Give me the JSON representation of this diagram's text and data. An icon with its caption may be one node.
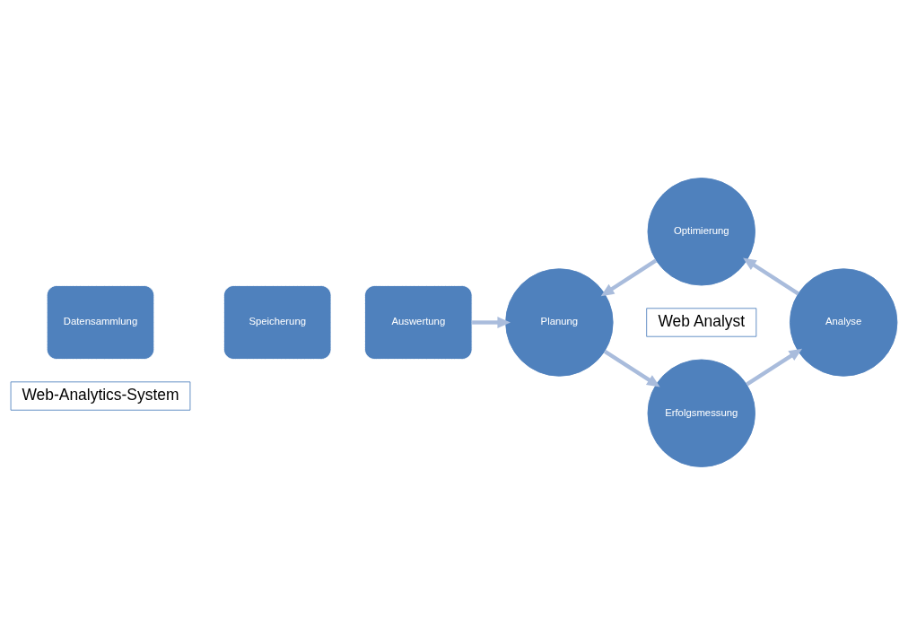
{
  "diagram": {
    "nodes": [
      {
        "text": [
          "Datensammlung"
        ]
      },
      {
        "text": [
          "Speicherung"
        ]
      },
      {
        "text": [
          "Auswertung"
        ]
      },
      {
        "text": [
          "Web-Analytics-System"
        ]
      },
      {
        "text": [
          "Planung"
        ]
      },
      {
        "text": [
          "Optimierung"
        ]
      },
      {
        "text": [
          "Web Analyst"
        ]
      },
      {
        "text": [
          "Erfolgsmessung"
        ]
      },
      {
        "text": [
          "Analyse"
        ]
      }
    ],
    "edges": [
      {
        "from": 2,
        "to": 4,
        "arrow": "to"
      },
      {
        "from": 4,
        "to": 7,
        "arrow": "to"
      },
      {
        "from": 7,
        "to": 8,
        "arrow": "to"
      },
      {
        "from": 8,
        "to": 5,
        "arrow": "to"
      },
      {
        "from": 5,
        "to": 4,
        "arrow": "to"
      }
    ]
  }
}
